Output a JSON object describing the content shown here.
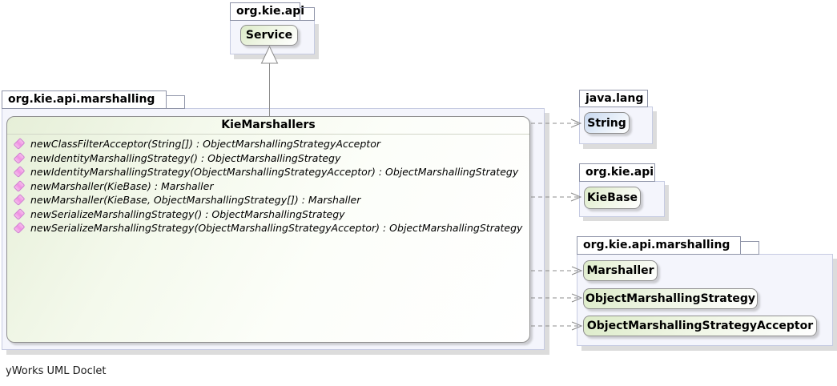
{
  "diagram_type": "uml-class-diagram",
  "footer": {
    "text": "yWorks UML Doclet"
  },
  "packages": {
    "top": {
      "name": "org.kie.api",
      "classes": {
        "service": "Service"
      }
    },
    "left": {
      "name": "org.kie.api.marshalling"
    },
    "java_lang": {
      "name": "java.lang",
      "classes": {
        "string": "String"
      }
    },
    "right_api": {
      "name": "org.kie.api",
      "classes": {
        "kiebase": "KieBase"
      }
    },
    "bottom": {
      "name": "org.kie.api.marshalling",
      "classes": {
        "marshaller": "Marshaller",
        "oms": "ObjectMarshallingStrategy",
        "omsa": "ObjectMarshallingStrategyAcceptor"
      }
    }
  },
  "kiemarshallers": {
    "title": "KieMarshallers",
    "methods": [
      "newClassFilterAcceptor(String[]) : ObjectMarshallingStrategyAcceptor",
      "newIdentityMarshallingStrategy() : ObjectMarshallingStrategy",
      "newIdentityMarshallingStrategy(ObjectMarshallingStrategyAcceptor) : ObjectMarshallingStrategy",
      "newMarshaller(KieBase) : Marshaller",
      "newMarshaller(KieBase, ObjectMarshallingStrategy[]) : Marshaller",
      "newSerializeMarshallingStrategy() : ObjectMarshallingStrategy",
      "newSerializeMarshallingStrategy(ObjectMarshallingStrategyAcceptor) : ObjectMarshallingStrategy"
    ]
  },
  "edges": [
    {
      "type": "generalization",
      "from": "KieMarshallers",
      "to": "Service",
      "style": "solid-hollow-triangle"
    },
    {
      "type": "dependency",
      "from": "KieMarshallers",
      "to": "String",
      "style": "dashed-open-arrow"
    },
    {
      "type": "dependency",
      "from": "KieMarshallers",
      "to": "KieBase",
      "style": "dashed-open-arrow"
    },
    {
      "type": "dependency",
      "from": "KieMarshallers",
      "to": "Marshaller",
      "style": "dashed-open-arrow"
    },
    {
      "type": "dependency",
      "from": "KieMarshallers",
      "to": "ObjectMarshallingStrategy",
      "style": "dashed-open-arrow"
    },
    {
      "type": "dependency",
      "from": "KieMarshallers",
      "to": "ObjectMarshallingStrategyAcceptor",
      "style": "dashed-open-arrow"
    }
  ],
  "colors": {
    "class_green": "#dcebc8",
    "class_blue": "#c7d7ef",
    "package_fill": "#f4f5fc",
    "package_border": "#c6cbe2",
    "node_border": "#8f8f8f",
    "edge_gray": "#8c8c8c",
    "method_icon_pink": "#ef8fe2",
    "shadow_gray": "#dcdcdc"
  }
}
